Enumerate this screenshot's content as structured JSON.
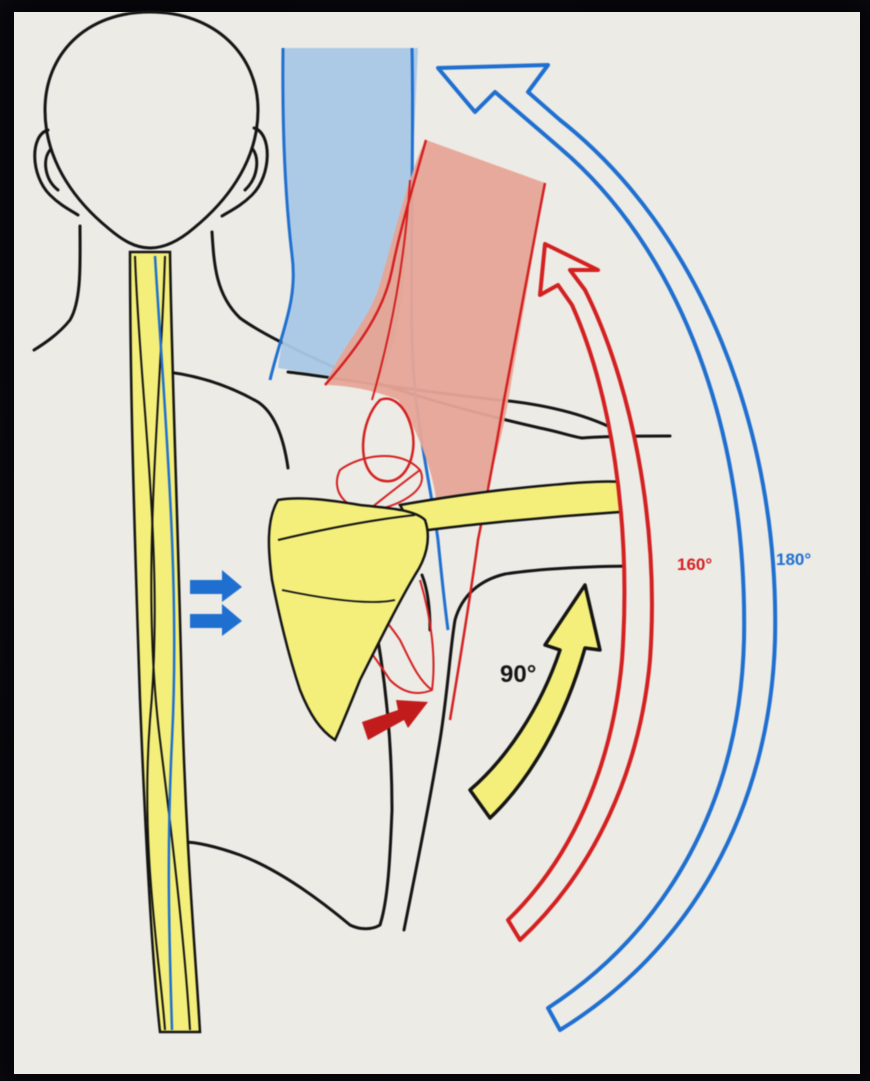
{
  "figure": {
    "labels": {
      "abduction_90": "90°",
      "abduction_160": "160°",
      "abduction_180": "180°"
    },
    "colors": {
      "blue": "#1f6fd0",
      "red": "#d32020",
      "yellow": "#f3ef7a",
      "blue_fill": "#a9c8e6",
      "red_fill": "#e7a597",
      "ink": "#141414",
      "paper": "#ecebe6"
    }
  }
}
